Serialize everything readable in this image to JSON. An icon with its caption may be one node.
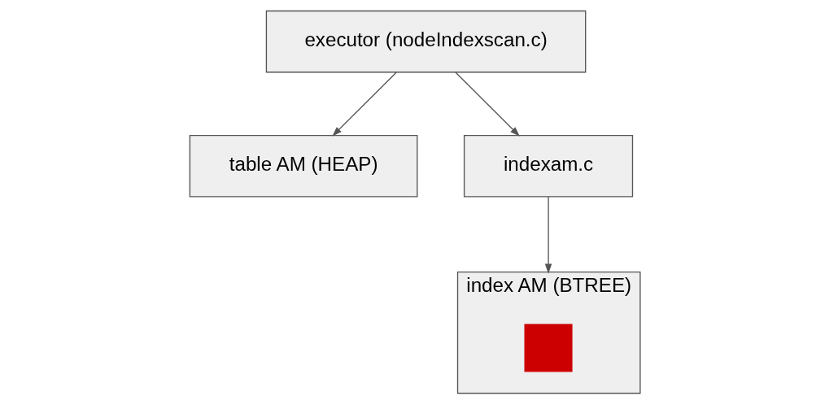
{
  "diagram": {
    "nodes": [
      {
        "text": [
          "executor (nodeIndexscan.c)"
        ]
      },
      {
        "text": [
          "table AM (HEAP)"
        ]
      },
      {
        "text": [
          "indexam.c"
        ]
      },
      {
        "text": [
          "index AM (BTREE)"
        ]
      },
      {
        "text": [],
        "shape": "box",
        "in": 3
      }
    ],
    "edges": [
      {
        "from": 0,
        "to": 1,
        "arrow": "to"
      },
      {
        "from": 0,
        "to": 2,
        "arrow": "to"
      },
      {
        "from": 2,
        "to": 3,
        "arrow": "to"
      }
    ]
  }
}
